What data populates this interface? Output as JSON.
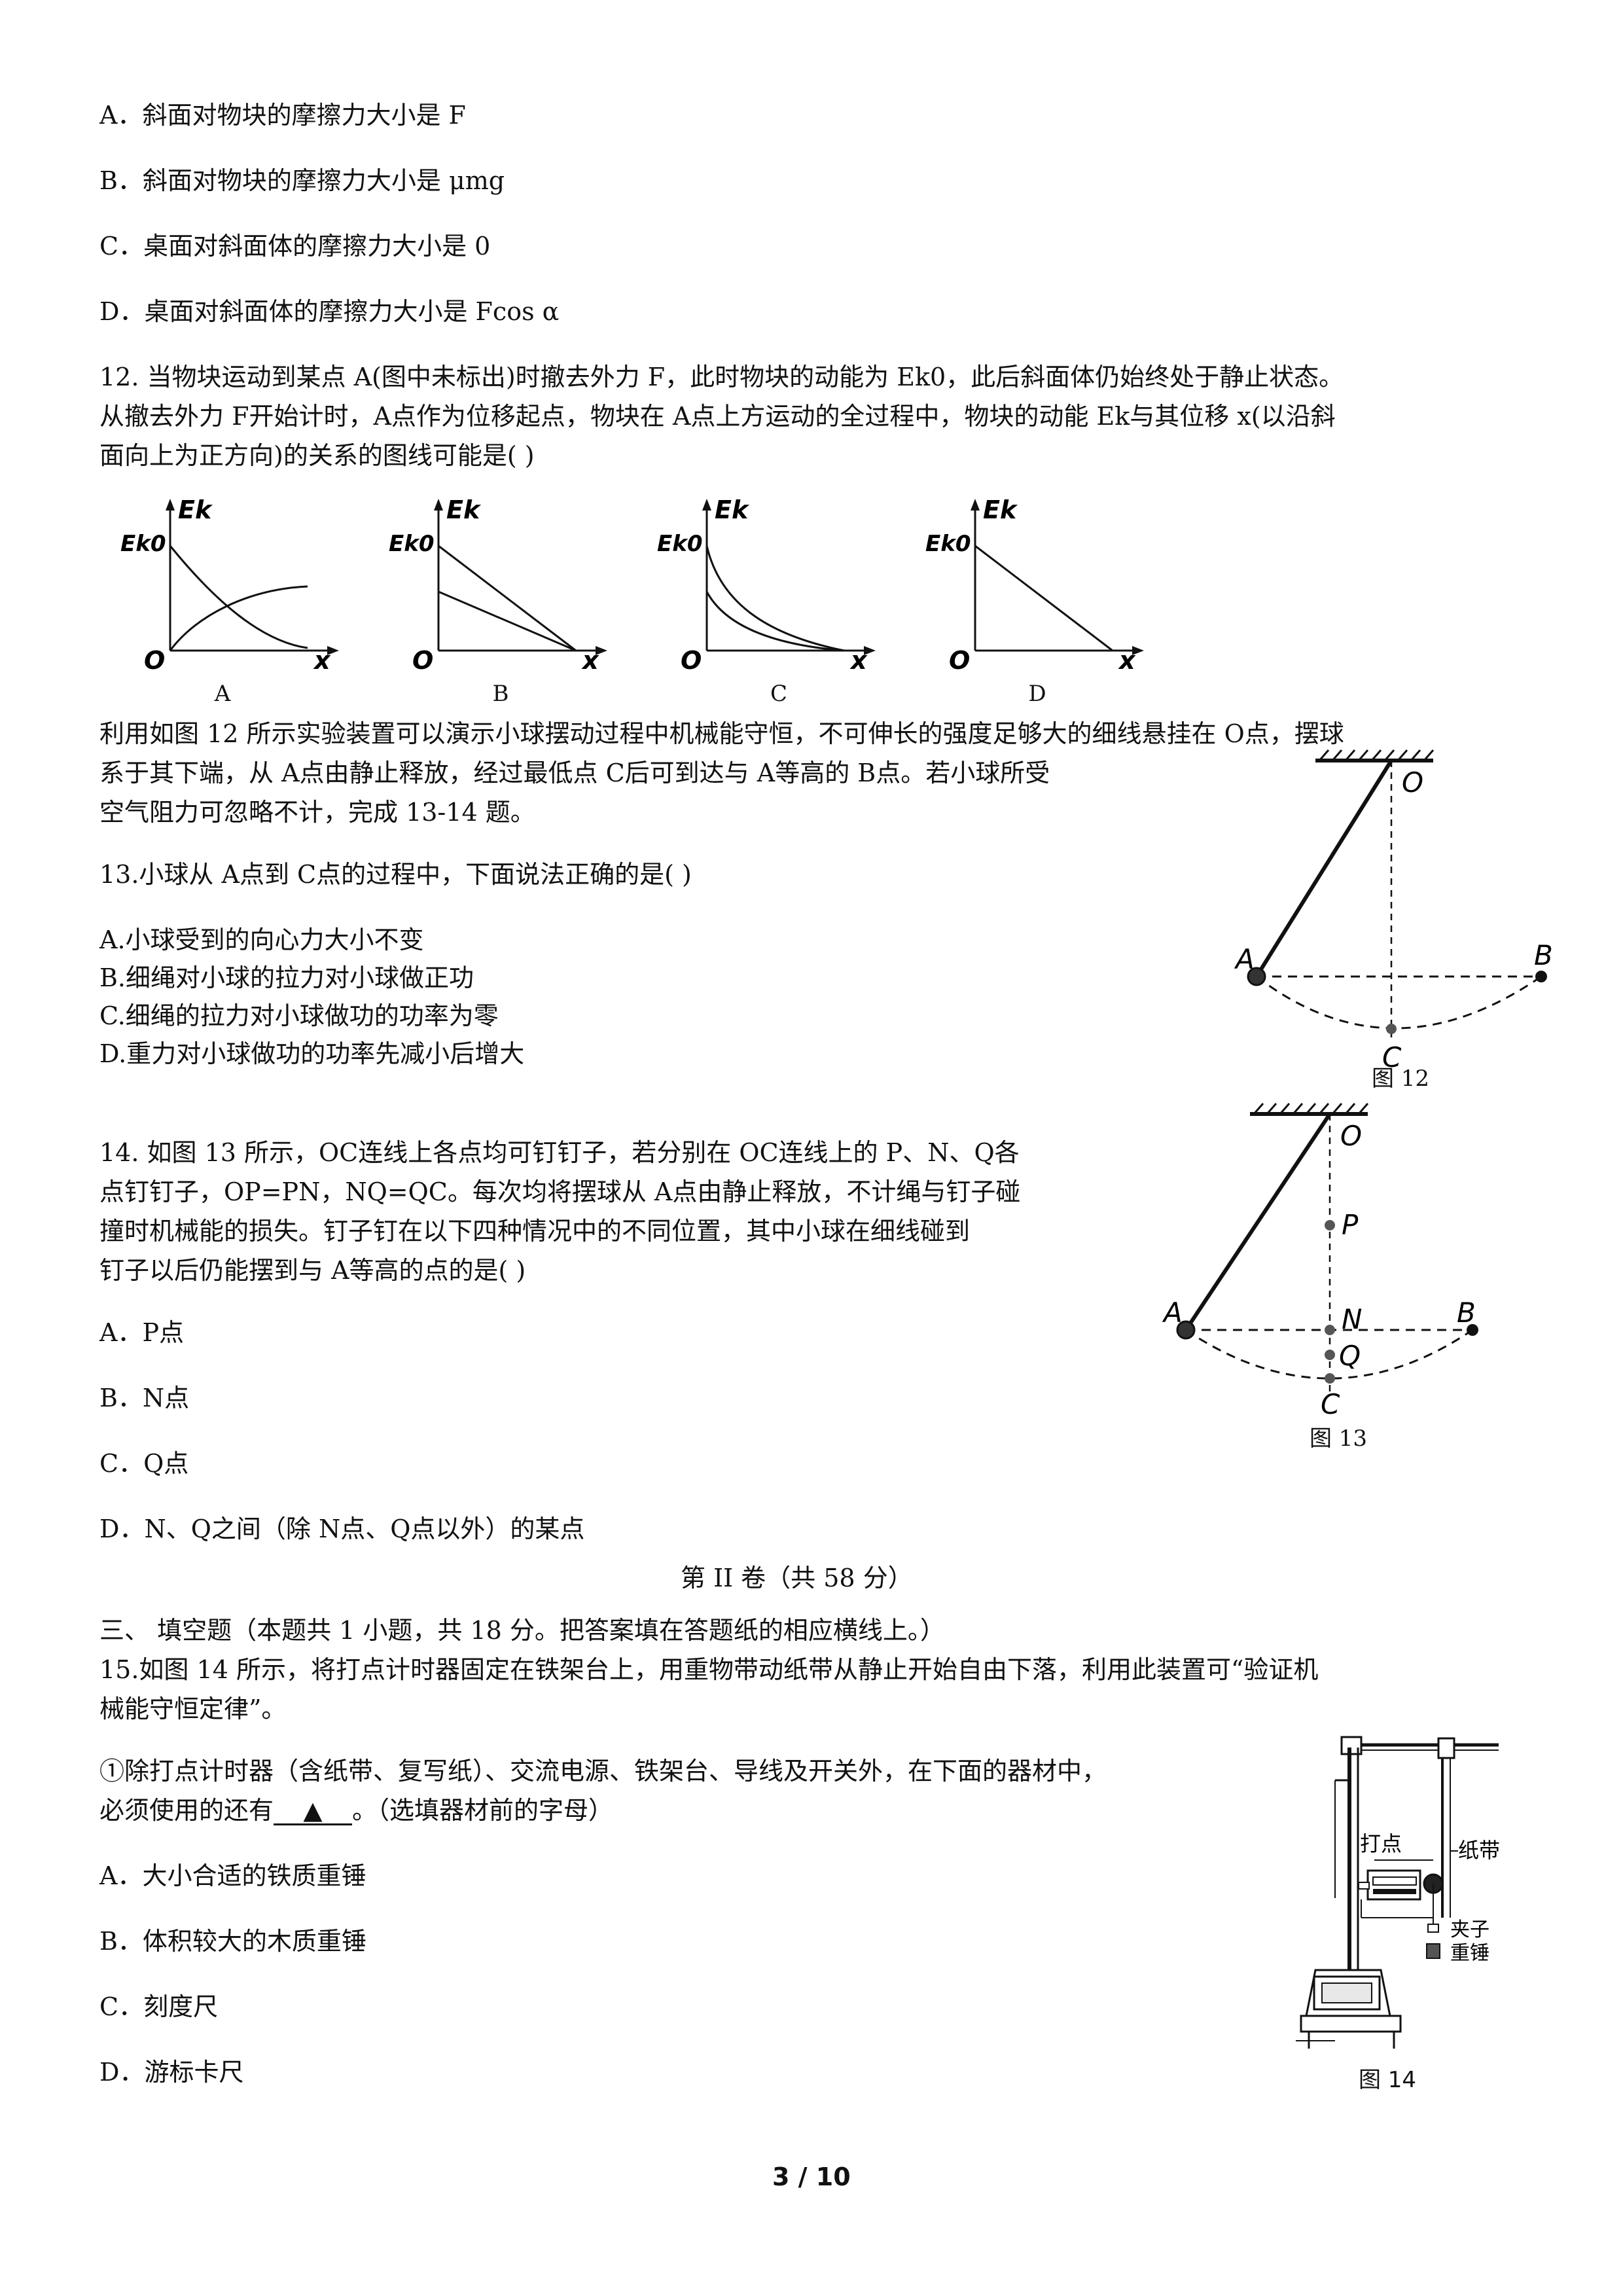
{
  "q11_options": [
    "A．斜面对物块的摩擦力大小是 F",
    "B．斜面对物块的摩擦力大小是 μmg",
    "C．桌面对斜面体的摩擦力大小是 0",
    "D．桌面对斜面体的摩擦力大小是 Fcos α"
  ],
  "q12": {
    "line1": "12.  当物块运动到某点 A(图中未标出)时撤去外力 F，此时物块的动能为 Ek0，此后斜面体仍始终处于静止状态。",
    "line2": "从撤去外力 F开始计时，A点作为位移起点，物块在 A点上方运动的全过程中，物块的动能 Ek与其位移 x(以沿斜",
    "line3": "面向上为正方向)的关系的图线可能是(      )"
  },
  "graphs": {
    "ek_label": "Ek",
    "ek0_label": "Ek0",
    "origin_label": "O",
    "x_label": "x",
    "captions": [
      "A",
      "B",
      "C",
      "D"
    ]
  },
  "intro": {
    "line1": "利用如图 12 所示实验装置可以演示小球摆动过程中机械能守恒，不可伸长的强度足够大的细线悬挂在 O点，摆球",
    "line2": "系于其下端，从 A点由静止释放，经过最低点 C后可到达与 A等高的 B点。若小球所受",
    "line3": "空气阻力可忽略不计，完成 13-14 题。"
  },
  "q13": {
    "stem": "13.小球从 A点到 C点的过程中，下面说法正确的是(        )",
    "options": [
      "A.小球受到的向心力大小不变",
      "B.细绳对小球的拉力对小球做正功",
      "C.细绳的拉力对小球做功的功率为零",
      "D.重力对小球做功的功率先减小后增大"
    ]
  },
  "fig12": {
    "caption": "图 12",
    "labels": {
      "O": "O",
      "A": "A",
      "B": "B",
      "C": "C"
    }
  },
  "q14": {
    "line1": "14.  如图 13 所示，OC连线上各点均可钉钉子，若分别在 OC连线上的 P、N、Q各",
    "line2": "点钉钉子，OP=PN，NQ=QC。每次均将摆球从 A点由静止释放，不计绳与钉子碰",
    "line3": "撞时机械能的损失。钉子钉在以下四种情况中的不同位置，其中小球在细线碰到",
    "line4": "钉子以后仍能摆到与 A等高的点的是(      )",
    "options": [
      "A．P点",
      "B．N点",
      "C．Q点",
      "D．N、Q之间（除 N点、Q点以外）的某点"
    ]
  },
  "fig13": {
    "caption": "图 13",
    "labels": {
      "O": "O",
      "P": "P",
      "A": "A",
      "N": "N",
      "B": "B",
      "Q": "Q",
      "C": "C"
    }
  },
  "part2_title": "第 II 卷（共 58 分）",
  "section3": "三、      填空题（本题共 1 小题，共 18 分。把答案填在答题纸的相应横线上。）",
  "q15": {
    "line1": "15.如图 14 所示，将打点计时器固定在铁架台上，用重物带动纸带从静止开始自由下落，利用此装置可“验证机",
    "line2": "械能守恒定律”。",
    "sub1_line1": "①除打点计时器（含纸带、复写纸）、交流电源、铁架台、导线及开关外，在下面的器材中，",
    "sub1_pre": "必须使用的还有",
    "sub1_blank": "▲",
    "sub1_post": "。（选填器材前的字母）",
    "options": [
      "A．大小合适的铁质重锤",
      "B．体积较大的木质重锤",
      "C．刻度尺",
      "D．游标卡尺"
    ]
  },
  "fig14": {
    "caption": "图 14",
    "label_dazhen": "打点",
    "label_zhidai": "纸带",
    "label_jiazi": "夹子",
    "label_zhongchui": "重锤"
  },
  "page_number": "3 / 10"
}
